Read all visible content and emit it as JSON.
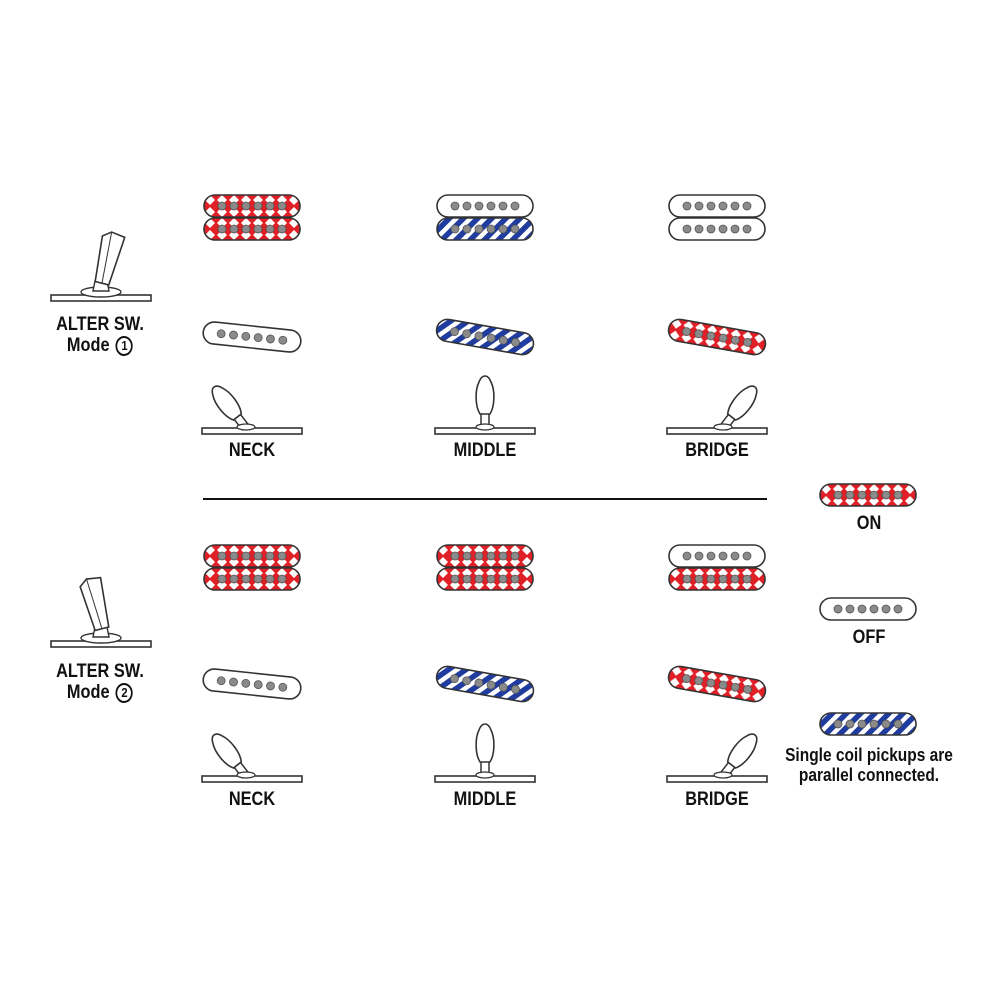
{
  "colors": {
    "on": "#e02027",
    "parallel": "#1f3c9e",
    "off": "#ffffff",
    "outline": "#333333",
    "pole": "#8a8a8a"
  },
  "legend": {
    "on_label": "ON",
    "off_label": "OFF",
    "parallel_label_line1": "Single coil pickups are",
    "parallel_label_line2": "parallel connected."
  },
  "modes": [
    {
      "title": "ALTER SW.",
      "mode_word": "Mode",
      "mode_number": "1",
      "alter_lever": "up",
      "positions": [
        {
          "label": "NECK",
          "humbucker": [
            "on",
            "on"
          ],
          "single": "off",
          "lever": "left"
        },
        {
          "label": "MIDDLE",
          "humbucker": [
            "off",
            "parallel"
          ],
          "single": "parallel",
          "lever": "center"
        },
        {
          "label": "BRIDGE",
          "humbucker": [
            "off",
            "off"
          ],
          "single": "on",
          "lever": "right"
        }
      ]
    },
    {
      "title": "ALTER SW.",
      "mode_word": "Mode",
      "mode_number": "2",
      "alter_lever": "down",
      "positions": [
        {
          "label": "NECK",
          "humbucker": [
            "on",
            "on"
          ],
          "single": "off",
          "lever": "left"
        },
        {
          "label": "MIDDLE",
          "humbucker": [
            "on",
            "on"
          ],
          "single": "parallel",
          "lever": "center"
        },
        {
          "label": "BRIDGE",
          "humbucker": [
            "off",
            "on"
          ],
          "single": "on",
          "lever": "right"
        }
      ]
    }
  ]
}
